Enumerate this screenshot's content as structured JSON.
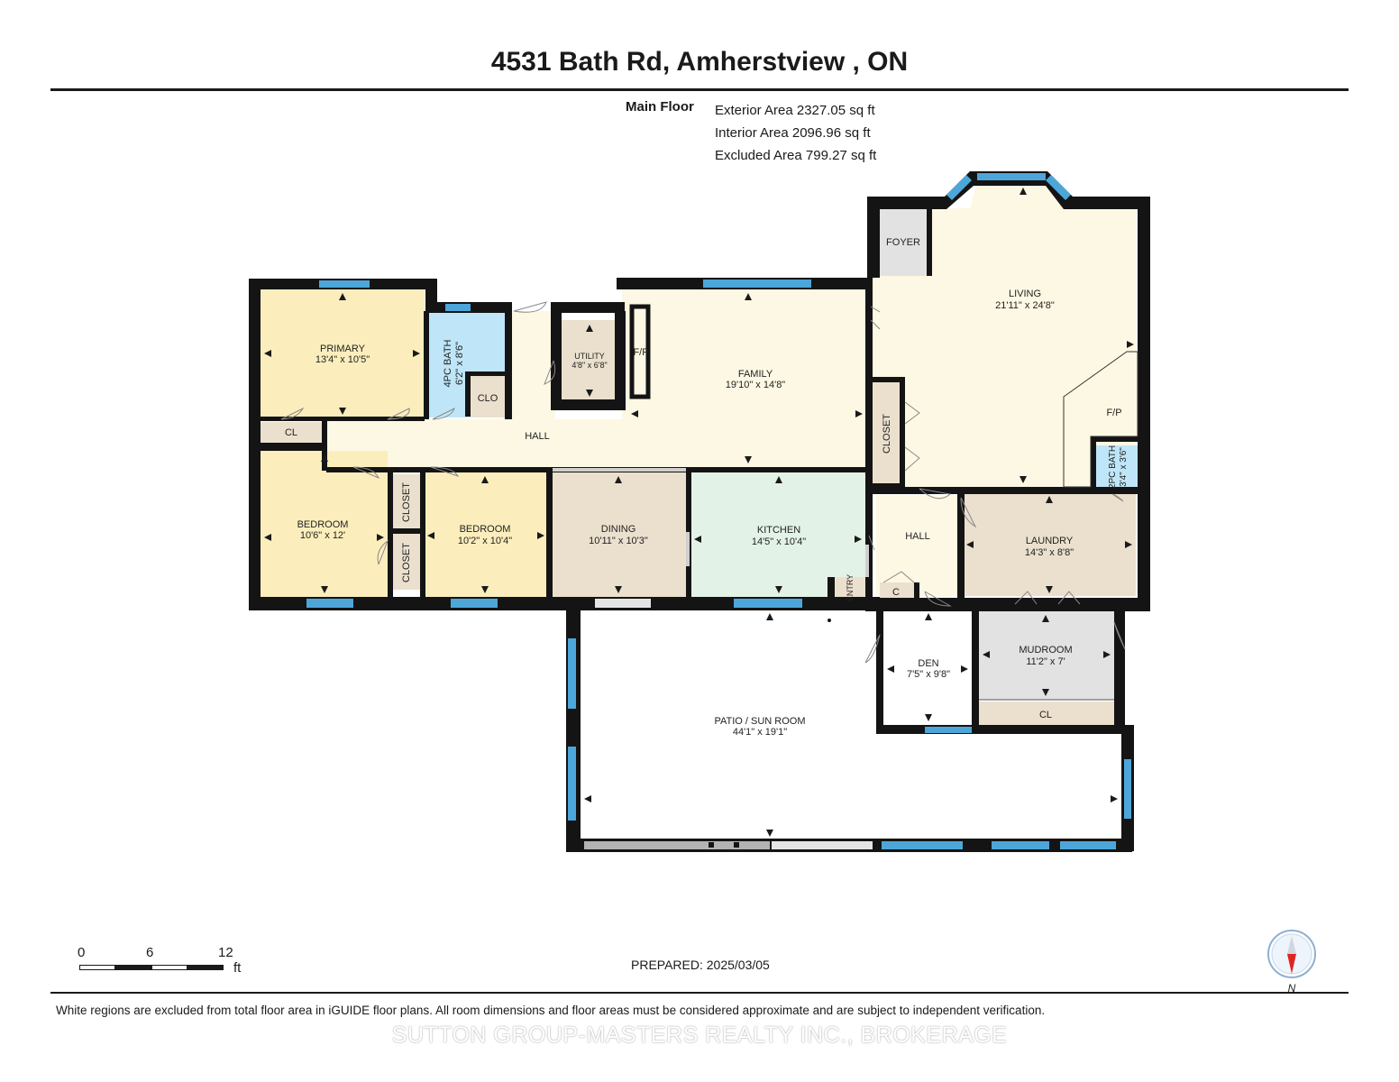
{
  "title": "4531 Bath Rd, Amherstview , ON",
  "areas": {
    "floor_label": "Main Floor",
    "exterior": "Exterior Area 2327.05 sq ft",
    "interior": "Interior Area 2096.96 sq ft",
    "excluded": "Excluded Area 799.27 sq ft"
  },
  "rooms": [
    {
      "name": "PRIMARY",
      "dims": "13'4\" x 10'5\""
    },
    {
      "name": "4PC BATH",
      "dims": "6'2\" x 8'6\""
    },
    {
      "name": "CLO",
      "dims": ""
    },
    {
      "name": "UTILITY",
      "dims": "4'8\" x 6'8\""
    },
    {
      "name": "F/P",
      "dims": ""
    },
    {
      "name": "FAMILY",
      "dims": "19'10\" x 14'8\""
    },
    {
      "name": "FOYER",
      "dims": ""
    },
    {
      "name": "LIVING",
      "dims": "21'11\" x 24'8\""
    },
    {
      "name": "F/P",
      "dims": ""
    },
    {
      "name": "CL",
      "dims": ""
    },
    {
      "name": "HALL",
      "dims": ""
    },
    {
      "name": "CLOSET",
      "dims": ""
    },
    {
      "name": "2PC BATH",
      "dims": "3'4\" x 3'6\""
    },
    {
      "name": "BEDROOM",
      "dims": "10'6\" x 12'"
    },
    {
      "name": "CLOSET",
      "dims": ""
    },
    {
      "name": "CLOSET",
      "dims": ""
    },
    {
      "name": "BEDROOM",
      "dims": "10'2\" x 10'4\""
    },
    {
      "name": "DINING",
      "dims": "10'11\" x 10'3\""
    },
    {
      "name": "KITCHEN",
      "dims": "14'5\" x 10'4\""
    },
    {
      "name": "ENTRY",
      "dims": ""
    },
    {
      "name": "HALL",
      "dims": ""
    },
    {
      "name": "C",
      "dims": ""
    },
    {
      "name": "LAUNDRY",
      "dims": "14'3\" x 8'8\""
    },
    {
      "name": "DEN",
      "dims": "7'5\" x 9'8\""
    },
    {
      "name": "MUDROOM",
      "dims": "11'2\" x 7'"
    },
    {
      "name": "CL",
      "dims": ""
    },
    {
      "name": "PATIO / SUN ROOM",
      "dims": "44'1\" x 19'1\""
    }
  ],
  "scale_bar": {
    "tick_0": "0",
    "tick_6": "6",
    "tick_12": "12",
    "unit": "ft"
  },
  "compass": {
    "label": "N"
  },
  "prepared": "PREPARED: 2025/03/05",
  "disclaimer": "White regions are excluded from total floor area in iGUIDE floor plans. All room dimensions and floor areas must be considered approximate and are subject to independent verification.",
  "watermark": "SUTTON GROUP-MASTERS REALTY INC., BROKERAGE",
  "colors": {
    "wall": "#141414",
    "window": "#4da6d9",
    "bedroom": "#fbeebc",
    "hall": "#fdf8e3",
    "bath": "#bfe6f8",
    "utility": "#ebe0cd",
    "kitchen": "#e3f2e7",
    "den": "#ffffff",
    "mudroom": "#e2e2e2",
    "compass_red": "#e02424"
  }
}
